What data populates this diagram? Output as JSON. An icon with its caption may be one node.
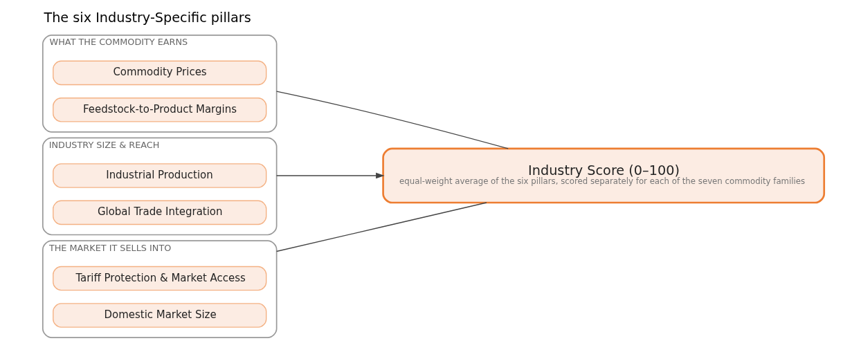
{
  "diagram": {
    "title": "The six Industry-Specific pillars",
    "nodes": [
      {
        "text": [
          "WHAT THE COMMODITY EARNS"
        ]
      },
      {
        "text": [
          "Commodity Prices"
        ],
        "in": 0
      },
      {
        "text": [
          "Feedstock-to-Product Margins"
        ],
        "in": 0
      },
      {
        "text": [
          "INDUSTRY SIZE & REACH"
        ]
      },
      {
        "text": [
          "Industrial Production"
        ],
        "in": 3
      },
      {
        "text": [
          "Global Trade Integration"
        ],
        "in": 3
      },
      {
        "text": [
          "THE MARKET IT SELLS INTO"
        ]
      },
      {
        "text": [
          "Tariff Protection & Market Access"
        ],
        "in": 6
      },
      {
        "text": [
          "Domestic Market Size"
        ],
        "in": 6
      },
      {
        "text": [
          "Industry Score (0–100)",
          "equal-weight average of the six pillars, scored separately for each of the seven commodity families"
        ]
      }
    ],
    "edges": [
      {
        "from": 0,
        "to": 9,
        "arrow": "none"
      },
      {
        "from": 3,
        "to": 9,
        "arrow": "to"
      },
      {
        "from": 6,
        "to": 9,
        "arrow": "none"
      }
    ]
  }
}
